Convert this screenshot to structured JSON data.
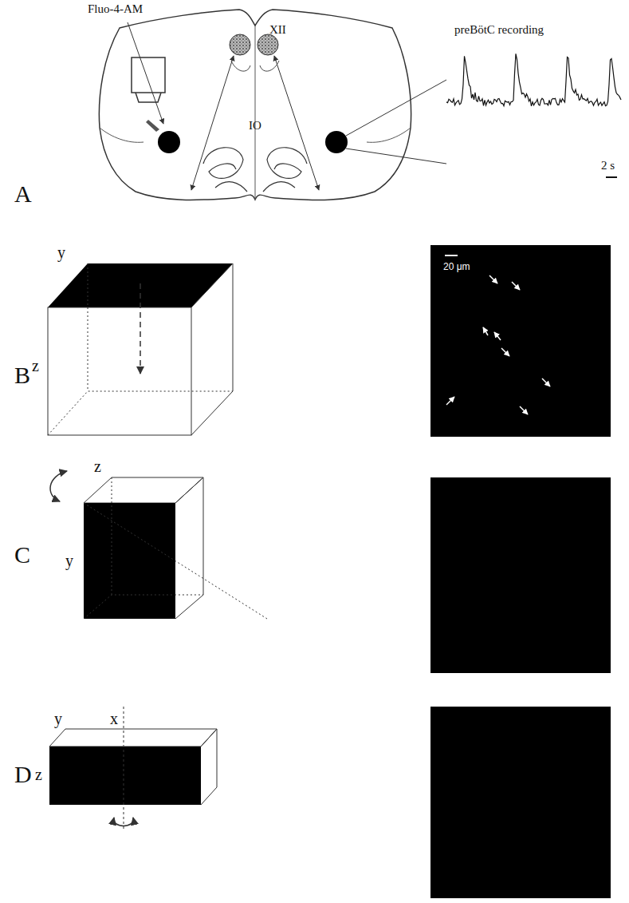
{
  "diagram": {
    "labels": [
      "A",
      "Fluo-4-AM",
      "XII",
      "IO",
      "preBötC recording",
      "2 s",
      "B",
      "z",
      "y",
      "20 μm",
      "C",
      "z",
      "y",
      "D",
      "y",
      "x",
      "z"
    ]
  }
}
